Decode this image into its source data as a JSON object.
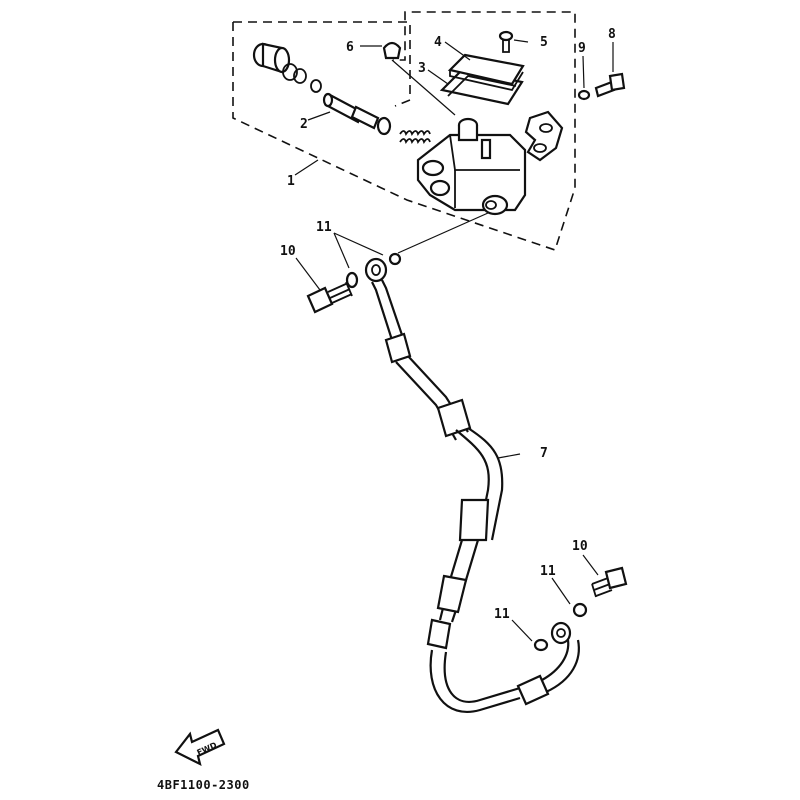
{
  "diagram": {
    "callouts": {
      "c1": "1",
      "c2": "2",
      "c3": "3",
      "c4": "4",
      "c5": "5",
      "c6": "6",
      "c7": "7",
      "c8": "8",
      "c9": "9",
      "c10a": "10",
      "c10b": "10",
      "c11a": "11",
      "c11b": "11",
      "c11c": "11"
    },
    "fwd_label": "FWD",
    "drawing_code": "4BF1100-2300"
  }
}
